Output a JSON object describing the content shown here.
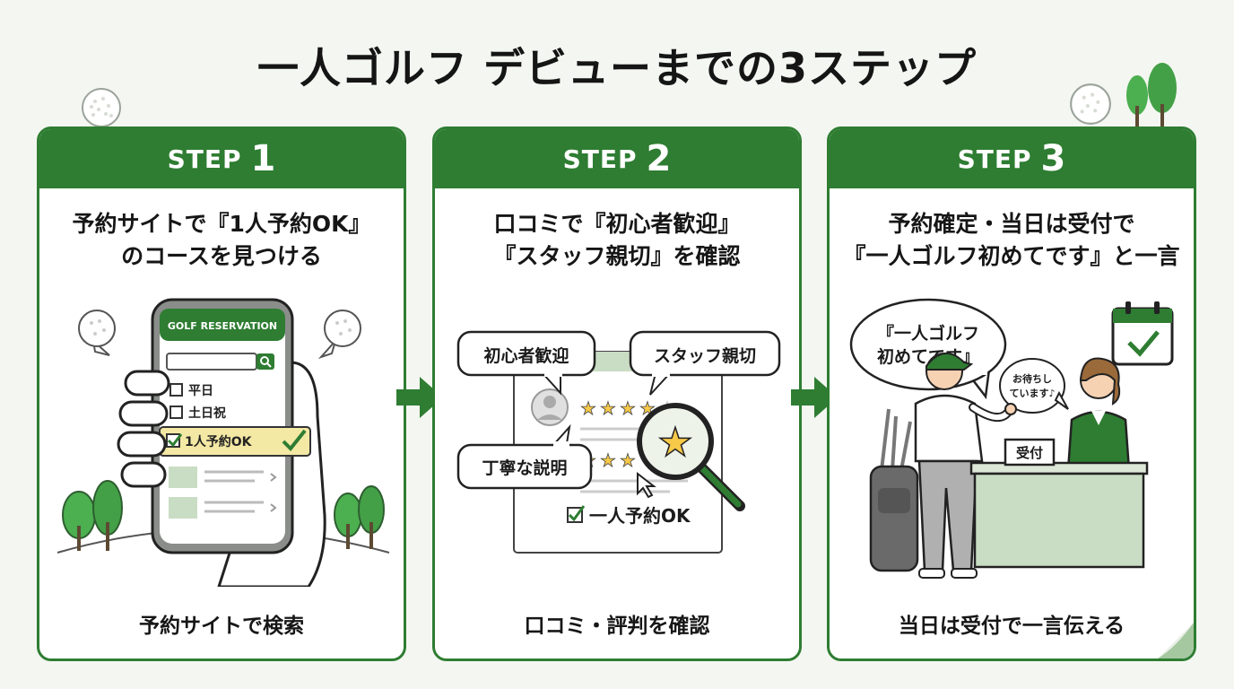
{
  "title": "一人ゴルフ デビューまでの3ステップ",
  "colors": {
    "brand_green": "#2e7d32",
    "light_green": "#c9dcc4",
    "star_yellow": "#f7c948",
    "background": "#f4f6f1"
  },
  "steps": [
    {
      "step_label": "STEP",
      "step_number": "1",
      "title_lines": [
        "予約サイトで『1人予約OK』",
        "のコースを見つける"
      ],
      "caption": "予約サイトで検索",
      "phone": {
        "header": "GOLF RESERVATION",
        "options": [
          "平日",
          "土日祝"
        ],
        "highlight_option": "1人予約OK"
      }
    },
    {
      "step_label": "STEP",
      "step_number": "2",
      "title_lines": [
        "口コミで『初心者歓迎』",
        "『スタッフ親切』を確認"
      ],
      "caption": "口コミ・評判を確認",
      "bubbles": [
        "初心者歓迎",
        "スタッフ親切",
        "丁寧な説明"
      ],
      "check_label": "一人予約OK"
    },
    {
      "step_label": "STEP",
      "step_number": "3",
      "title_lines": [
        "予約確定・当日は受付で",
        "『一人ゴルフ初めてです』と一言"
      ],
      "caption": "当日は受付で一言伝える",
      "speech_lines": [
        "『一人ゴルフ",
        "初めてです』"
      ],
      "staff_speech_lines": [
        "お待ちし",
        "ています♪"
      ],
      "counter_sign": "受付"
    }
  ]
}
